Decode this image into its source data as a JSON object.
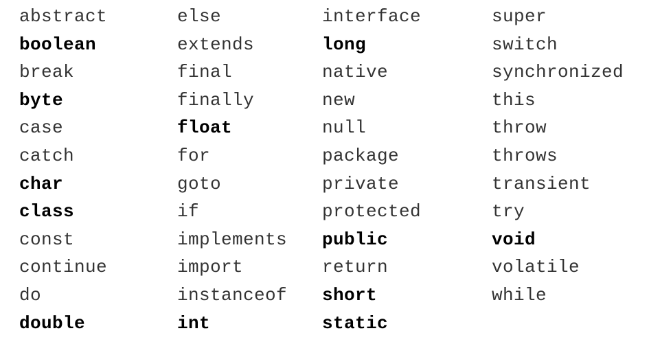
{
  "keyword_table": {
    "columns": [
      [
        {
          "text": "abstract",
          "bold": false
        },
        {
          "text": "boolean",
          "bold": true
        },
        {
          "text": "break",
          "bold": false
        },
        {
          "text": "byte",
          "bold": true
        },
        {
          "text": "case",
          "bold": false
        },
        {
          "text": "catch",
          "bold": false
        },
        {
          "text": "char",
          "bold": true
        },
        {
          "text": "class",
          "bold": true
        },
        {
          "text": "const",
          "bold": false
        },
        {
          "text": "continue",
          "bold": false
        },
        {
          "text": "do",
          "bold": false
        },
        {
          "text": "double",
          "bold": true
        }
      ],
      [
        {
          "text": "else",
          "bold": false
        },
        {
          "text": "extends",
          "bold": false
        },
        {
          "text": "final",
          "bold": false
        },
        {
          "text": "finally",
          "bold": false
        },
        {
          "text": "float",
          "bold": true
        },
        {
          "text": "for",
          "bold": false
        },
        {
          "text": "goto",
          "bold": false
        },
        {
          "text": "if",
          "bold": false
        },
        {
          "text": "implements",
          "bold": false
        },
        {
          "text": "import",
          "bold": false
        },
        {
          "text": "instanceof",
          "bold": false
        },
        {
          "text": "int",
          "bold": true
        }
      ],
      [
        {
          "text": "interface",
          "bold": false
        },
        {
          "text": "long",
          "bold": true
        },
        {
          "text": "native",
          "bold": false
        },
        {
          "text": "new",
          "bold": false
        },
        {
          "text": "null",
          "bold": false
        },
        {
          "text": "package",
          "bold": false
        },
        {
          "text": "private",
          "bold": false
        },
        {
          "text": "protected",
          "bold": false
        },
        {
          "text": "public",
          "bold": true
        },
        {
          "text": "return",
          "bold": false
        },
        {
          "text": "short",
          "bold": true
        },
        {
          "text": "static",
          "bold": true
        }
      ],
      [
        {
          "text": "super",
          "bold": false
        },
        {
          "text": "switch",
          "bold": false
        },
        {
          "text": "synchronized",
          "bold": false
        },
        {
          "text": "this",
          "bold": false
        },
        {
          "text": "throw",
          "bold": false
        },
        {
          "text": "throws",
          "bold": false
        },
        {
          "text": "transient",
          "bold": false
        },
        {
          "text": "try",
          "bold": false
        },
        {
          "text": "void",
          "bold": true
        },
        {
          "text": "volatile",
          "bold": false
        },
        {
          "text": "while",
          "bold": false
        }
      ]
    ]
  }
}
